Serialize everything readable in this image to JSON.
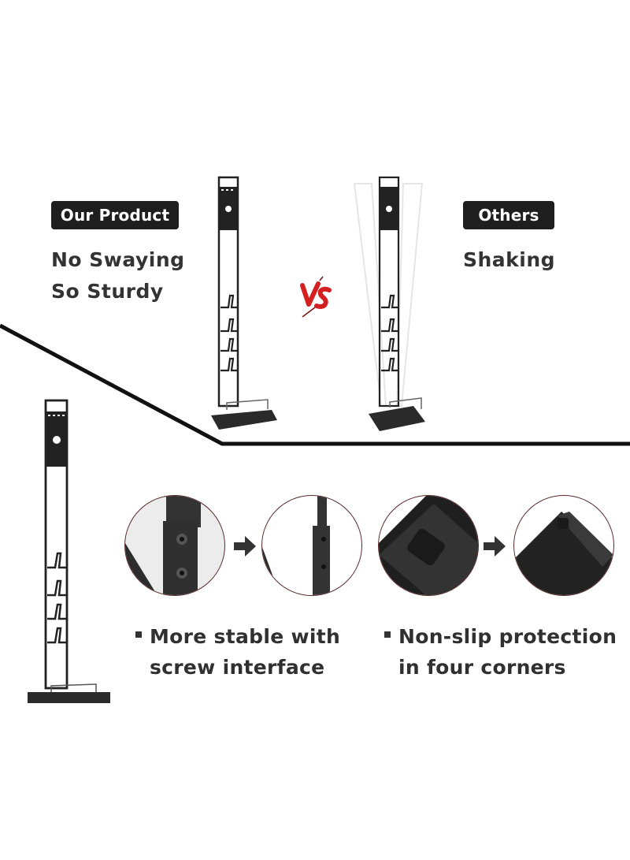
{
  "comparison": {
    "left": {
      "badge": "Our Product",
      "lines": [
        "No Swaying",
        "So Sturdy"
      ]
    },
    "vs_label": "VS",
    "right": {
      "badge": "Others",
      "lines": [
        "Shaking"
      ]
    }
  },
  "features": [
    {
      "bullet": "square",
      "lines": [
        "More stable with",
        "screw interface"
      ]
    },
    {
      "bullet": "square",
      "lines": [
        "Non-slip protection",
        "in four corners"
      ]
    }
  ],
  "colors": {
    "badge_bg": "#1e1e1e",
    "badge_text": "#ffffff",
    "text": "#333333",
    "vs_red": "#d42020",
    "product_black": "#222222"
  }
}
